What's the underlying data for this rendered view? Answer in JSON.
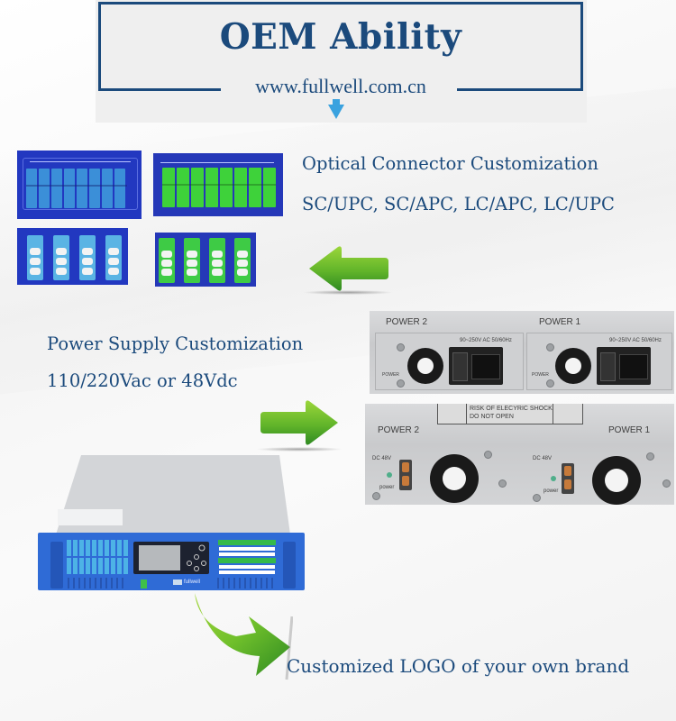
{
  "header": {
    "title": "OEM Ability",
    "url": "www.fullwell.com.cn",
    "accent_color": "#1b4a7c",
    "down_arrow_icon": "down-triangle-icon"
  },
  "optical_section": {
    "heading": "Optical Connector Customization",
    "connector_types": "SC/UPC, SC/APC, LC/APC, LC/UPC",
    "photos": [
      {
        "name": "sc-upc-blue-adapters",
        "port_color": "#3b8fd8",
        "ports": 8
      },
      {
        "name": "sc-apc-green-adapters",
        "port_color": "#3ed23a",
        "ports": 8
      },
      {
        "name": "lc-upc-blue-adapters",
        "port_color": "#5ab4e4",
        "ports": 4
      },
      {
        "name": "lc-apc-green-adapters",
        "port_color": "#3ecb45",
        "ports": 4
      }
    ],
    "arrow_icon": "left-arrow-icon"
  },
  "power_section": {
    "heading": "Power Supply Customization",
    "options": "110/220Vac or 48Vdc",
    "arrow_icon": "right-arrow-icon",
    "ac_photo": {
      "label_left": "POWER 2",
      "label_right": "POWER 1",
      "rating": "90~250V AC 50/60Hz",
      "indicator": "POWER"
    },
    "dc_photo": {
      "label_left": "POWER 2",
      "label_right": "POWER 1",
      "warning_line1": "RISK OF ELECYRIC SHOCK",
      "warning_line2": "DO NOT OPEN",
      "voltage": "DC 48V",
      "indicator": "power"
    }
  },
  "logo_section": {
    "caption": "Customized LOGO of your own brand",
    "device_brand": "fullwell",
    "arrow_icon": "curved-arrow-icon"
  }
}
